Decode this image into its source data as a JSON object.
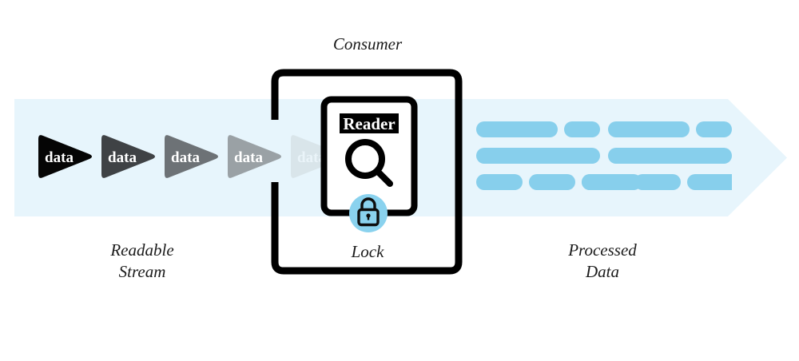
{
  "diagram": {
    "title_label": "Consumer",
    "colors": {
      "band_fill": "#e7f5fc",
      "bar_blue": "#87cfec",
      "lock_badge": "#8ad2ee",
      "ink": "#000000",
      "card_bg": "#ffffff",
      "text": "#1a1a1a"
    }
  },
  "stream": {
    "label": "Readable\nStream",
    "chips": [
      {
        "text": "data",
        "fill": "#050505",
        "opacity": 1
      },
      {
        "text": "data",
        "fill": "#3f4245",
        "opacity": 1
      },
      {
        "text": "data",
        "fill": "#6d7276",
        "opacity": 1
      },
      {
        "text": "data",
        "fill": "#9aa1a5",
        "opacity": 1
      },
      {
        "text": "data",
        "fill": "#c9d2d6",
        "opacity": 0.45
      }
    ]
  },
  "consumer": {
    "label": "Consumer",
    "reader": {
      "badge_text": "Reader",
      "search_icon": "magnifier-icon"
    },
    "lock": {
      "label": "Lock",
      "icon": "lock-icon"
    }
  },
  "output": {
    "label": "Processed\nData",
    "groups": [
      {
        "rows": [
          [
            102,
            45
          ],
          [
            155
          ],
          [
            58,
            58,
            75
          ]
        ]
      },
      {
        "rows": [
          [
            102,
            45
          ],
          [
            155
          ],
          [
            58,
            58,
            75
          ]
        ]
      }
    ]
  }
}
